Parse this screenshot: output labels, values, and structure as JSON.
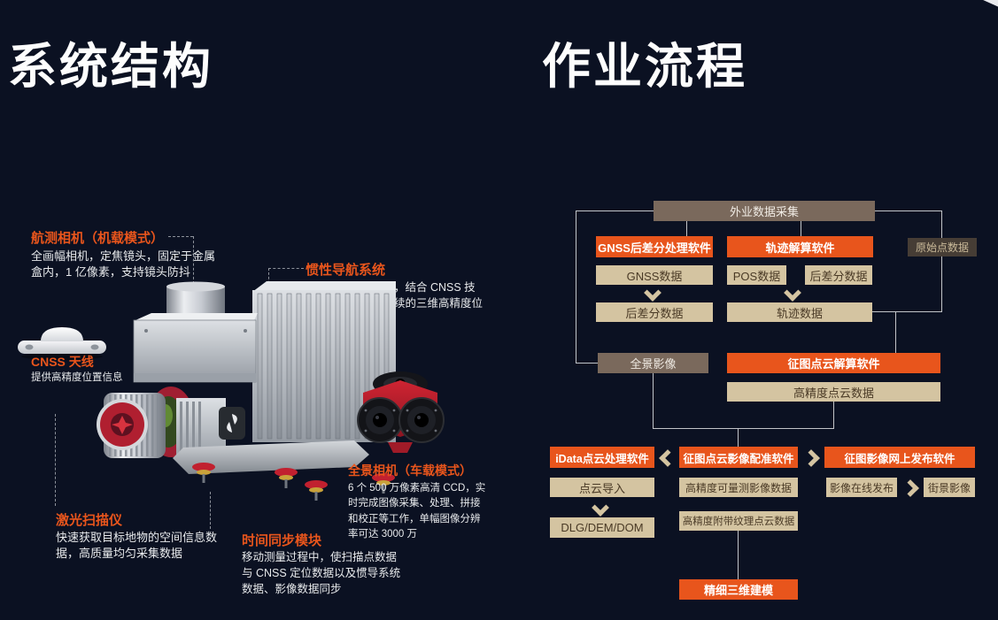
{
  "left": {
    "title": "系统结构",
    "annotations": {
      "aerial_camera": {
        "title": "航测相机（机载模式）",
        "body": "全画幅相机，定焦镜头，固定于金属盒内，1 亿像素，支持镜头防抖"
      },
      "inertial_nav": {
        "title": "惯性导航系统",
        "body": "低噪声，偏差温度，结合 CNSS 技术，提供稳定、连续的三维高精度位置、速度姿态信息"
      },
      "cnss_antenna": {
        "title": "CNSS 天线",
        "body": "提供高精度位置信息"
      },
      "laser_scanner": {
        "title": "激光扫描仪",
        "body": "快速获取目标地物的空间信息数据，高质量均匀采集数据"
      },
      "time_sync": {
        "title": "时间同步模块",
        "body": "移动测量过程中，使扫描点数据与 CNSS 定位数据以及惯导系统数据、影像数据同步"
      },
      "panoramic_camera": {
        "title": "全景相机（车载模式）",
        "body": "6 个 500 万像素高清 CCD，实时完成图像采集、处理、拼接和校正等工作，单幅图像分辨率可达 3000 万"
      }
    }
  },
  "right": {
    "title": "作业流程"
  },
  "flow": {
    "field_collection": "外业数据采集",
    "gnss_diff_software": "GNSS后差分处理软件",
    "track_solve_software": "轨迹解算软件",
    "raw_point_data": "原始点数据",
    "gnss_data": "GNSS数据",
    "pos_data": "POS数据",
    "post_diff_data_a": "后差分数据",
    "post_diff_data_b": "后差分数据",
    "track_data": "轨迹数据",
    "panorama_image": "全景影像",
    "pc_solve_software": "征图点云解算软件",
    "hp_pc_data": "高精度点云数据",
    "idata_software": "iData点云处理软件",
    "register_software": "征图点云影像配准软件",
    "publish_software": "征图影像网上发布软件",
    "pc_import": "点云导入",
    "measurable_image_data": "高精度可量测影像数据",
    "image_online_publish": "影像在线发布",
    "street_image": "街景影像",
    "dlg_dem_dom": "DLG/DEM/DOM",
    "textured_pc_data": "高精度附带纹理点云数据",
    "fine_3d_modeling": "精细三维建模"
  },
  "colors": {
    "background": "#0b1122",
    "accent_orange": "#e8551c",
    "box_beige": "#d4c4a1",
    "box_brown": "#7a695c",
    "box_dark": "#463d35",
    "title_white": "#fdfdfd"
  }
}
